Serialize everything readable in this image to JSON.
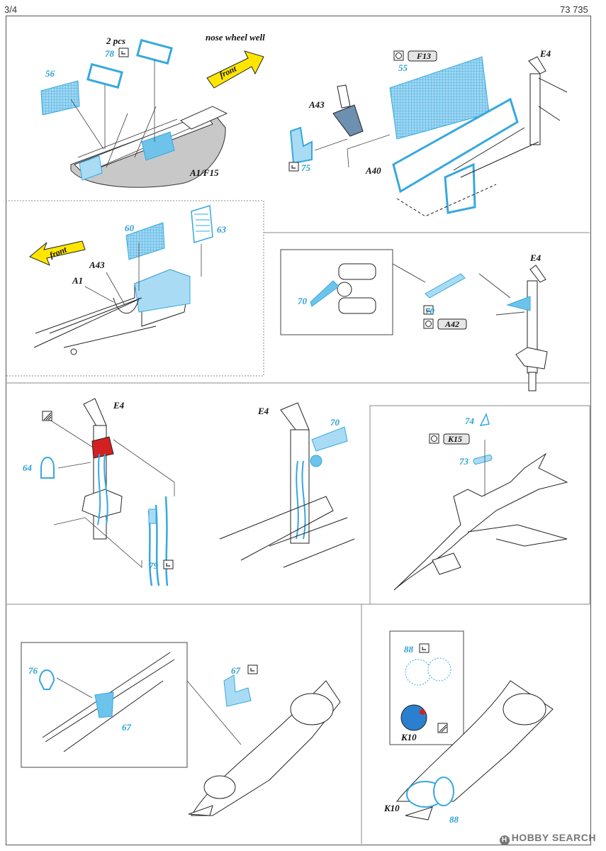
{
  "header": {
    "page": "3/4",
    "code": "73 735"
  },
  "colors": {
    "etch": "#36a8df",
    "etch_light": "#a9dcf4",
    "line": "#222222",
    "arrow_yellow": "#ffe600",
    "red": "#d32020",
    "grey_fill": "#bfbfbf"
  },
  "panel1": {
    "title": "nose wheel well",
    "qty": "2 pcs",
    "part_78": "78",
    "part_56": "56",
    "ref_a1f15": "A1/F15",
    "front": "front"
  },
  "panel2": {
    "part_55": "55",
    "ref_f13": "F13",
    "ref_e4": "E4",
    "ref_a43": "A43",
    "part_75": "75",
    "ref_a40": "A40"
  },
  "panel3": {
    "front": "front",
    "part_60": "60",
    "part_63": "63",
    "ref_a43": "A43",
    "ref_a1": "A1"
  },
  "panel4": {
    "part_70a": "70",
    "part_70b": "70",
    "ref_a42": "A42",
    "ref_e4": "E4"
  },
  "panel5": {
    "ref_e4": "E4",
    "part_64": "64",
    "part_79": "79"
  },
  "panel6": {
    "ref_e4": "E4",
    "part_70": "70"
  },
  "panel7": {
    "part_74": "74",
    "ref_k15": "K15",
    "part_73": "73"
  },
  "panel8": {
    "part_76": "76",
    "part_67a": "67",
    "part_67b": "67"
  },
  "panel9": {
    "part_88a": "88",
    "ref_k10a": "K10",
    "ref_k10b": "K10",
    "part_88b": "88"
  },
  "watermark": {
    "text": "HOBBY SEARCH",
    "logo": "H"
  }
}
